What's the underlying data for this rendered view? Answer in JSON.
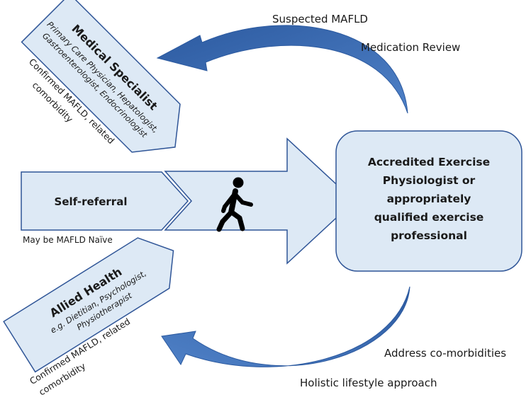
{
  "diagram": {
    "colors": {
      "box_fill": "#dde9f5",
      "box_stroke": "#2f5597",
      "curve_dark": "#2c5aa0",
      "curve_light": "#4f81c7",
      "text": "#1a1a1a"
    },
    "icons": {
      "walker": "walking-person-icon"
    },
    "medical_specialist": {
      "title": "Medical Specialist",
      "subtitle_lines": [
        "Primary Care Physician, Hepatologist,",
        "Gastroenterologist, Endocrinologist"
      ],
      "note_lines": [
        "Confirmed MAFLD, related",
        "comorbidity"
      ]
    },
    "self_referral": {
      "title": "Self-referral",
      "note": "May be MAFLD Naïve"
    },
    "allied_health": {
      "title": "Allied Health",
      "subtitle_lines": [
        "e.g. Dietitian, Psychologist,",
        "Physiotherapist"
      ],
      "note_lines": [
        "Confirmed MAFLD, related",
        "comorbidity"
      ]
    },
    "exercise_professional": {
      "lines": [
        "Accredited Exercise",
        "Physiologist or",
        "appropriately",
        "qualified exercise",
        "professional"
      ]
    },
    "top_feedback": {
      "lines": [
        "Suspected MAFLD",
        "Medication Review"
      ]
    },
    "bottom_feedback": {
      "lines": [
        "Address co-morbidities",
        "Holistic lifestyle approach"
      ]
    }
  }
}
